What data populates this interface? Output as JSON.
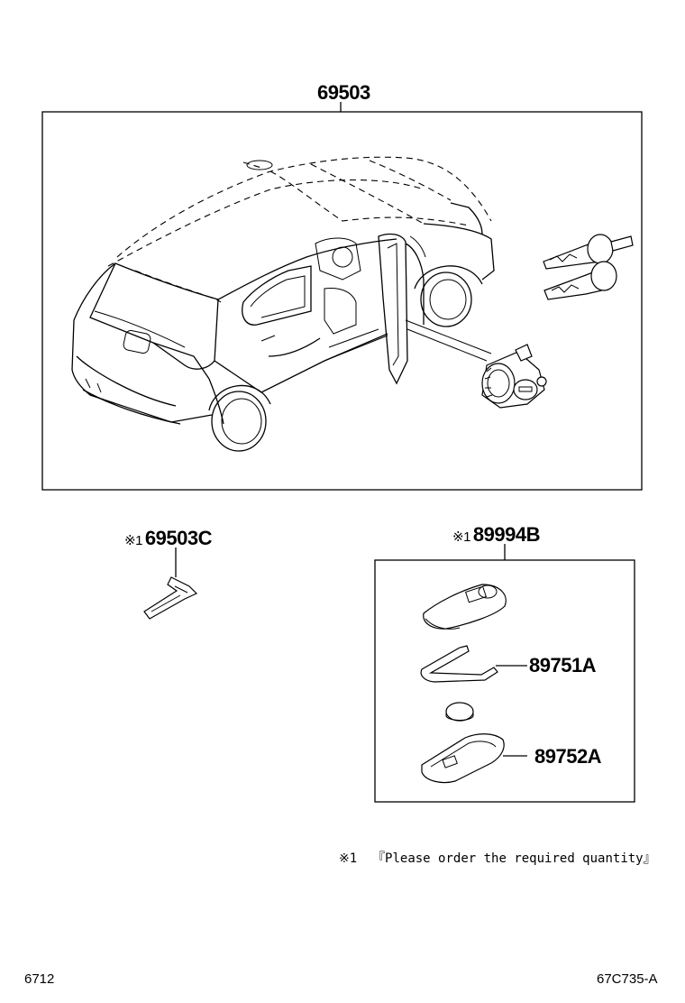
{
  "parts": {
    "main_kit": "69503",
    "key_plate": "69503C",
    "transmitter_assy": "89994B",
    "transmitter_case": "89751A",
    "transmitter_housing": "89752A"
  },
  "markers": {
    "key_plate_marker": "※1",
    "transmitter_marker": "※1"
  },
  "note": {
    "marker": "※1",
    "text": "『Please order the required quantity』"
  },
  "footer": {
    "left_code": "6712",
    "right_code": "67C735-A"
  }
}
